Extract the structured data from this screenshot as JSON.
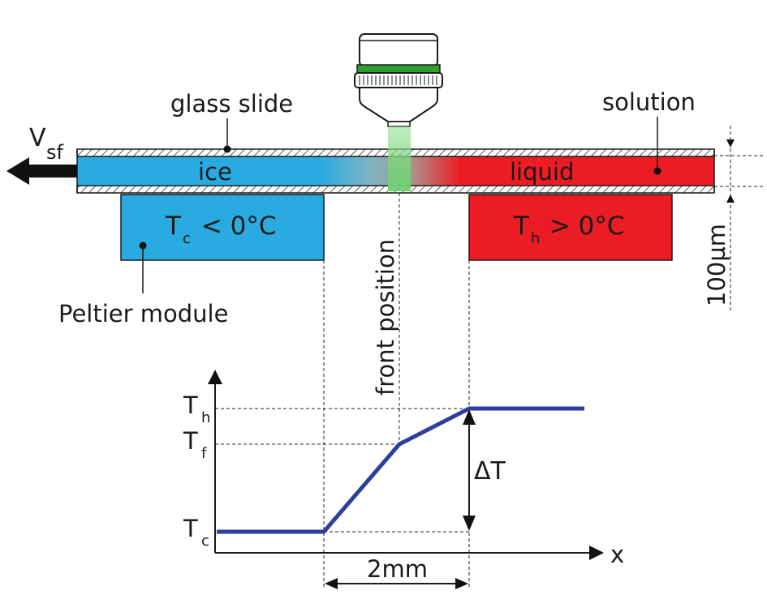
{
  "labels": {
    "glass_slide": "glass slide",
    "solution": "solution",
    "velocity_main": "V",
    "velocity_sub": "sf",
    "ice": "ice",
    "liquid": "liquid",
    "cold_T": "T",
    "cold_sub": "c",
    "cold_rest": " < 0°C",
    "hot_T": "T",
    "hot_sub": "h",
    "hot_rest": " > 0°C",
    "peltier": "Peltier module",
    "front_position": "front position",
    "thickness": "100µm",
    "Th_main": "T",
    "Th_sub": "h",
    "Tf_main": "T",
    "Tf_sub": "f",
    "Tc_main": "T",
    "Tc_sub": "c",
    "delta_T": "ΔT",
    "x_axis": "x",
    "span": "2mm"
  },
  "colors": {
    "ice": "#29abe2",
    "liquid": "#ec1c24",
    "beam": "#7cd67c",
    "objective_band": "#2e9e2e",
    "profile": "#2e3e9e",
    "outline": "#1a1a1a"
  }
}
